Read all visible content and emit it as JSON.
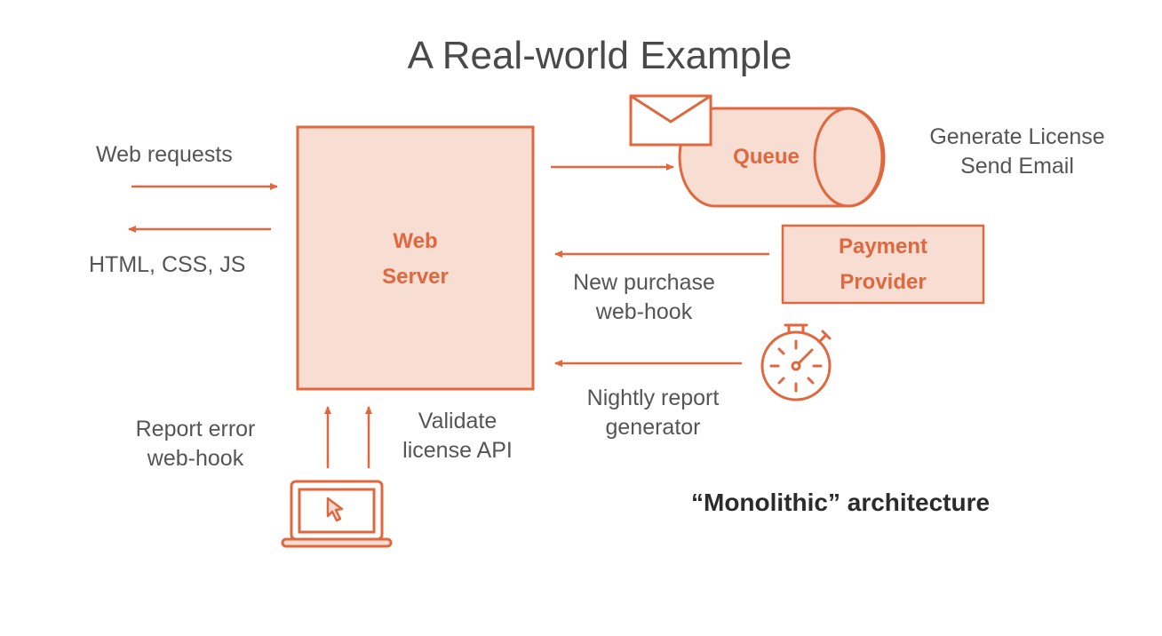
{
  "title": "A Real-world Example",
  "colors": {
    "accent": "#e0673e",
    "fill": "#f8ddd3",
    "text": "#555555"
  },
  "nodes": {
    "web_server": "Web\nServer",
    "web_server_line1": "Web",
    "web_server_line2": "Server",
    "queue": "Queue",
    "payment_line1": "Payment",
    "payment_line2": "Provider"
  },
  "labels": {
    "web_requests": "Web requests",
    "html_css_js": "HTML, CSS, JS",
    "queue_tasks_1": "Generate License",
    "queue_tasks_2": "Send Email",
    "purchase_1": "New purchase",
    "purchase_2": "web-hook",
    "nightly_1": "Nightly report",
    "nightly_2": "generator",
    "report_1": "Report error",
    "report_2": "web-hook",
    "validate_1": "Validate",
    "validate_2": "license API"
  },
  "icons": [
    "envelope-icon",
    "stopwatch-icon",
    "laptop-cursor-icon"
  ],
  "caption": "“Monolithic” architecture"
}
